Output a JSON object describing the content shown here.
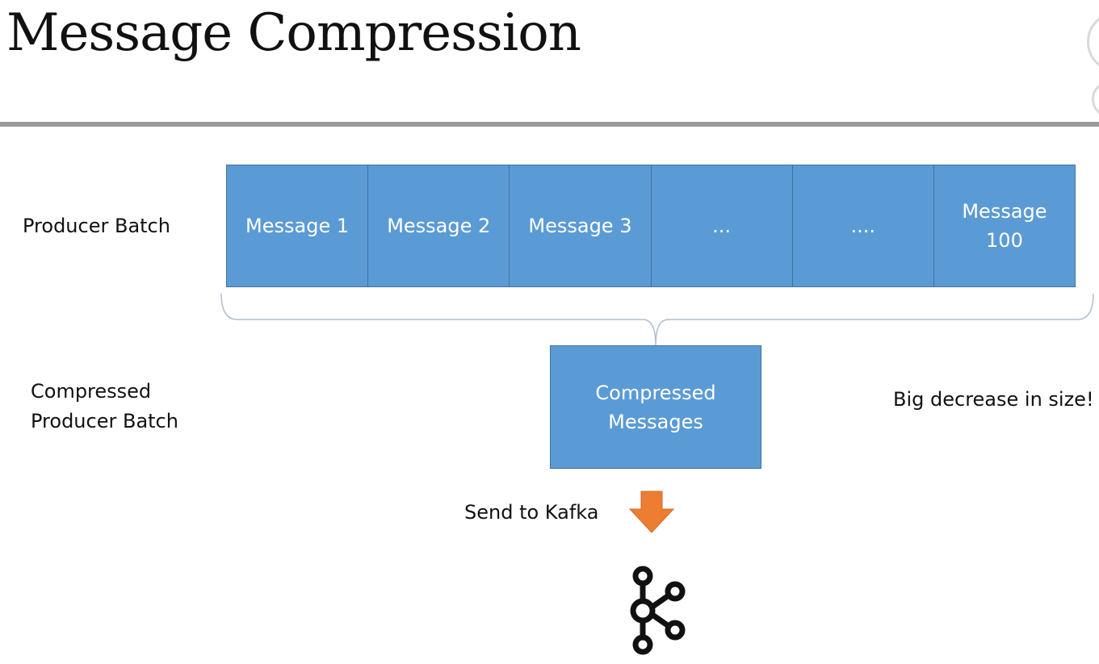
{
  "slide": {
    "title": "Message Compression"
  },
  "diagram": {
    "producer_batch_label": "Producer Batch",
    "messages": [
      "Message 1",
      "Message 2",
      "Message 3",
      "...",
      "....",
      "Message 100"
    ],
    "compressed_batch_label": "Compressed Producer Batch",
    "compressed_box_label": "Compressed Messages",
    "size_note": "Big decrease in size!",
    "send_label": "Send to Kafka",
    "colors": {
      "box_fill": "#5b9bd5",
      "box_border": "#41719c",
      "brace": "#aebccf",
      "arrow": "#ed7d31",
      "rule": "#9a9a9a"
    },
    "icons": {
      "arrow": "down-arrow-icon",
      "kafka": "kafka-logo-icon"
    }
  }
}
